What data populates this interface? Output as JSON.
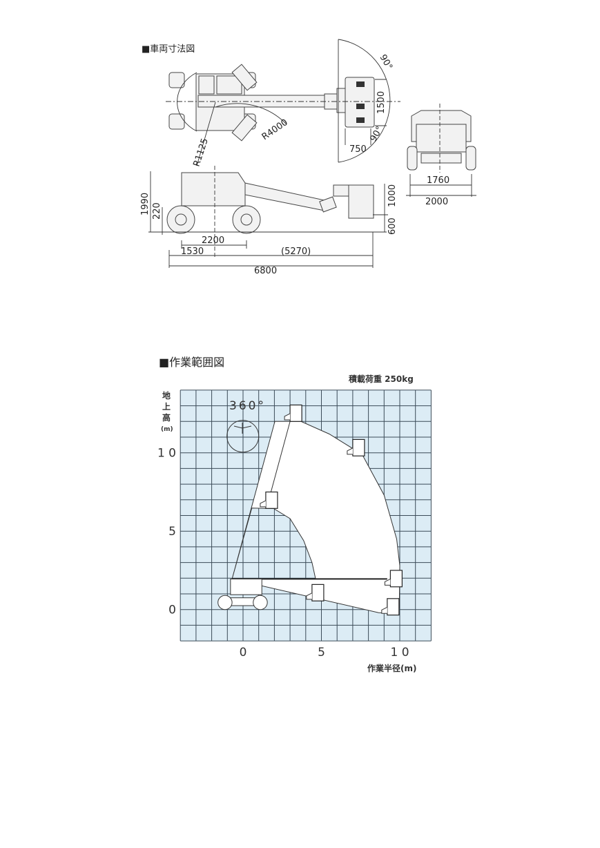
{
  "vehicle_dimensions": {
    "title": "■車両寸法図",
    "top_view": {
      "angle_upper": "90°",
      "angle_lower": "90°",
      "platform_width": "1500",
      "platform_depth": "750",
      "boom_radius": "R4000",
      "tail_radius": "R1125"
    },
    "front_view": {
      "tread": "1760",
      "overall_width": "2000"
    },
    "side_view": {
      "overall_height": "1990",
      "ground_clearance": "220",
      "platform_rail_height": "1000",
      "platform_floor_height": "600",
      "wheelbase": "2200",
      "front_overhang": "1530",
      "boom_length": "(5270)",
      "overall_length": "6800"
    }
  },
  "work_range": {
    "title": "■作業範囲図",
    "rated_load": "積載荷重 250kg",
    "rotation": "360°",
    "y_axis_label": [
      "地",
      "上",
      "高"
    ],
    "y_axis_unit": "(m)",
    "x_axis_label": "作業半径(m)",
    "x_ticks": [
      {
        "value": 0,
        "label": "0"
      },
      {
        "value": 5,
        "label": "5"
      },
      {
        "value": 10,
        "label": "1 0"
      }
    ],
    "y_ticks": [
      {
        "value": 0,
        "label": "0"
      },
      {
        "value": 5,
        "label": "5"
      },
      {
        "value": 10,
        "label": "1 0"
      }
    ],
    "x_range": [
      -4,
      12
    ],
    "y_range": [
      -2,
      14
    ],
    "grid_step": 1,
    "colors": {
      "grid_fill": "#dcecf5",
      "grid_line": "#3a4a57",
      "envelope": "#ffffff"
    },
    "envelope_outer": [
      [
        -0.7,
        1.95
      ],
      [
        2.03,
        12.0
      ],
      [
        3.7,
        12.0
      ],
      [
        5.5,
        11.2
      ],
      [
        7.6,
        9.9
      ],
      [
        9.0,
        7.3
      ],
      [
        9.8,
        4.5
      ],
      [
        10.0,
        2.8
      ],
      [
        9.97,
        0.1
      ],
      [
        9.7,
        -0.25
      ],
      [
        8.65,
        -0.2
      ]
    ],
    "envelope_hole": [
      [
        0.56,
        6.47
      ],
      [
        1.96,
        6.44
      ],
      [
        3.0,
        5.8
      ],
      [
        3.87,
        4.4
      ],
      [
        4.4,
        3.0
      ],
      [
        4.63,
        1.95
      ],
      [
        -0.7,
        1.95
      ]
    ],
    "platforms": [
      [
        3.0,
        12.0
      ],
      [
        7.0,
        9.8
      ],
      [
        1.45,
        6.45
      ],
      [
        4.4,
        0.55
      ],
      [
        9.4,
        1.45
      ],
      [
        9.2,
        -0.35
      ]
    ]
  }
}
